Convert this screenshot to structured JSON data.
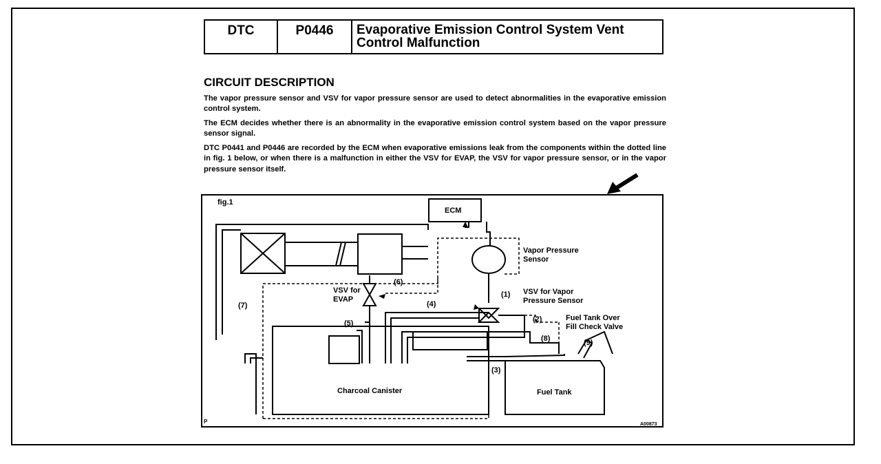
{
  "dtc_table": {
    "label": "DTC",
    "code": "P0446",
    "title_line1": "Evaporative Emission Control System Vent",
    "title_line2": "Control Malfunction"
  },
  "section": {
    "heading": "CIRCUIT DESCRIPTION",
    "paragraphs": [
      "The vapor pressure sensor and VSV for vapor pressure sensor are used to detect abnormalities in the evaporative emission control system.",
      "The ECM decides whether there is an abnormality in the evaporative emission control system based on the vapor pressure sensor signal.",
      "DTC P0441 and P0446 are recorded by the ECM when evaporative emissions leak from the components within the dotted line in fig. 1 below, or when there is a malfunction in either the VSV for EVAP, the VSV for vapor pressure sensor, or in the vapor pressure sensor itself."
    ]
  },
  "figure": {
    "fig_label": "fig.1",
    "ecm": "ECM",
    "vapor_pressure_sensor": [
      "Vapor Pressure",
      "Sensor"
    ],
    "vsv_vapor_pressure_sensor": [
      "VSV for Vapor",
      "Pressure Sensor"
    ],
    "vsv_evap": [
      "VSV for",
      "EVAP"
    ],
    "fuel_tank_over_fill": [
      "Fuel Tank Over",
      "Fill Check Valve"
    ],
    "charcoal_canister": "Charcoal Canister",
    "fuel_tank": "Fuel Tank",
    "callouts": [
      "(1)",
      "(2)",
      "(3)",
      "(4)",
      "(5)",
      "(6)",
      "(7)",
      "(8)",
      "(9)"
    ],
    "corner_p": "P",
    "figure_id": "A00873"
  }
}
